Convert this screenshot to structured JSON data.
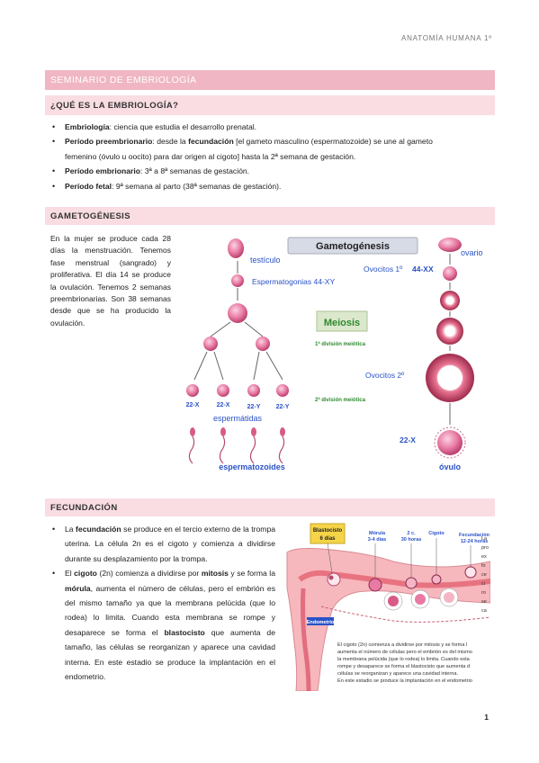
{
  "header": {
    "running_title": "ANATOMÍA HUMANA 1º"
  },
  "section_title": "SEMINARIO DE EMBRIOLOGÍA",
  "q_heading": "¿QUÉ ES LA EMBRIOLOGÍA?",
  "defs": [
    {
      "term": "Embriología",
      "rest": ": ciencia que estudia el desarrollo prenatal."
    },
    {
      "term": "Período preembrionario",
      "rest_a": ": desde la ",
      "term2": "fecundación",
      "rest_b": " [el gameto masculino (espermatozoide) se une al gameto",
      "line2": "femenino (óvulo u oocito) para dar origen al cigoto] hasta la 2ª semana de gestación."
    },
    {
      "term": "Período embrionario",
      "rest": ": 3ª a 8ª semanas de gestación."
    },
    {
      "term": "Período fetal",
      "rest": ": 9ª semana al parto (38ª semanas de gestación)."
    }
  ],
  "gametogenesis": {
    "heading": "GAMETOGÉNESIS",
    "paragraph": "En la mujer se produce cada 28 días la menstruación. Tenemos fase menstrual (sangrado) y proliferativa. El día 14 se produce la ovulación. Tenemos 2 semanas preembrionarias. Son 38 semanas desde que se ha producido la ovulación.",
    "figure": {
      "title": "Gametogénesis",
      "testiculo": "testículo",
      "espermatogonias": "Espermatogonias 44-XY",
      "ovario": "ovario",
      "ovocitos1": "Ovocitos 1º",
      "ovocitos1_k": "44-XX",
      "meiosis": "Meiosis",
      "div1": "1ª división meiótica",
      "div2": "2ª división meiótica",
      "ovocitos2": "Ovocitos 2º",
      "labels_22": [
        "22-X",
        "22-X",
        "22-Y",
        "22-Y"
      ],
      "espermatidas": "espermátidas",
      "espermatozoides": "espermatozoides",
      "ovulo_k": "22-X",
      "ovulo": "óvulo"
    }
  },
  "fecundacion": {
    "heading": "FECUNDACIÓN",
    "item1": {
      "a": "La ",
      "b": "fecundación",
      "c": " se produce en el tercio externo de la trompa uterina. La célula 2n es el cigoto y comienza a dividirse durante su desplazamiento por la trompa."
    },
    "item2": {
      "a": "El ",
      "b": "cigoto",
      "c": " (2n) comienza a dividirse por ",
      "d": "mitosis",
      "e": " y se forma la ",
      "f": "mórula",
      "g": ", aumenta el número de células, pero el embrión es del mismo tamaño ya que la membrana pelúcida (que lo rodea) lo limita. Cuando esta membrana se rompe y desaparece se forma el ",
      "h": "blastocisto",
      "i": " que aumenta de tamaño, las células se reorganizan y aparece una cavidad interna. En este estadio se produce la implantación en el endometrio."
    },
    "figure": {
      "blastocisto": "Blastocisto",
      "blast_days": "6 días",
      "morula": "Mórula",
      "morula_days": "3-4 días",
      "dosc": "2 c.",
      "dosc_hours": "30 horas",
      "cigoto": "Cigoto",
      "fecundacion": "Fecundación",
      "fec_hours": "12-24 horas",
      "endometrio": "Endometrio",
      "side_text": [
        "La",
        "pro",
        "ex",
        "fo",
        "ce",
        "ci",
        "ro",
        "se",
        "ca"
      ],
      "caption_lines": [
        "El cigoto (2n) comienza a dividirse por mitosis y se forma l",
        "aumenta el número de células pero el embrión es del mismo",
        "la membrana pelúcida (que lo rodea) lo limita. Cuando esta",
        "rompe y desaparece se forma el blastocisto que aumenta d",
        "células se reorganizan y aparece una cavidad interna.",
        "En este estadio se produce la implantación en el endometrio"
      ]
    }
  },
  "page_number": "1",
  "colors": {
    "band_dark": "#f0b6c3",
    "band_light": "#f9dde3",
    "blue_label": "#2a52c8",
    "pink_cell": "#d85a88",
    "green_text": "#2f8a2f"
  }
}
